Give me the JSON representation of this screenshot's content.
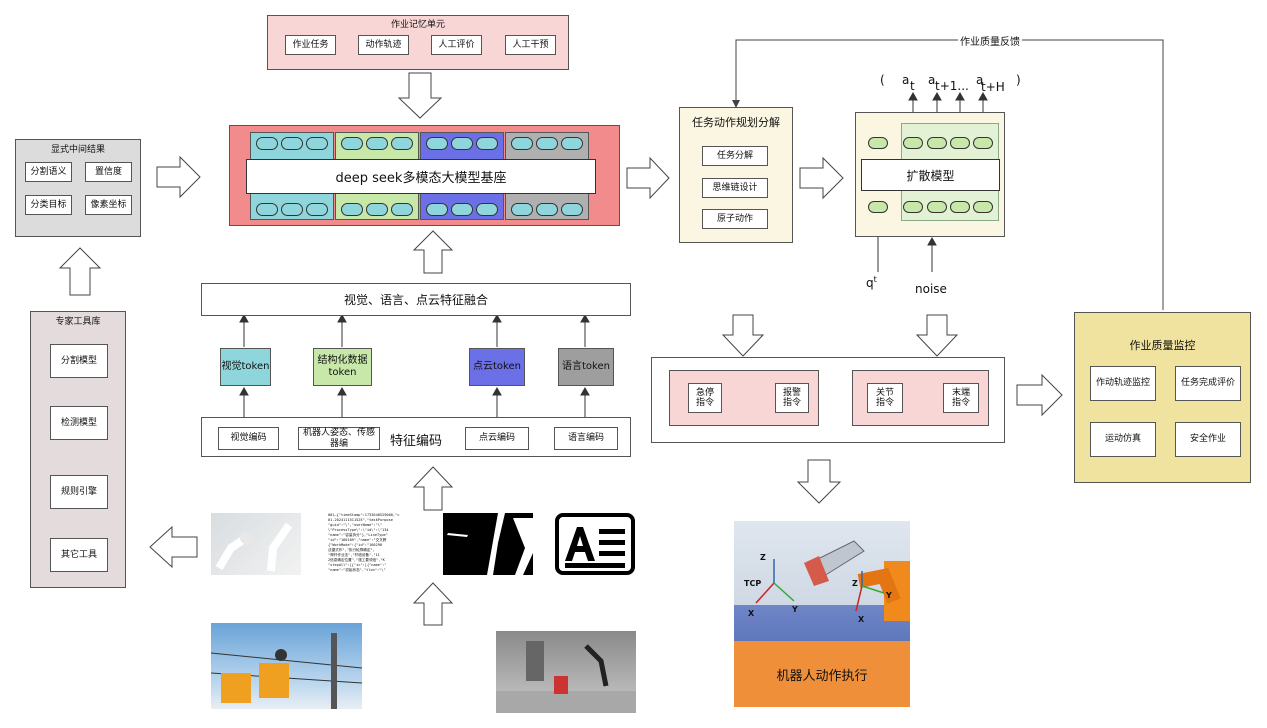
{
  "memory": {
    "title": "作业记忆单元",
    "items": [
      "作业任务",
      "动作轨迹",
      "人工评价",
      "人工干预"
    ]
  },
  "middle_results": {
    "title": "显式中间结果",
    "items": [
      "分割语义",
      "置信度",
      "分类目标",
      "像素坐标"
    ]
  },
  "toolbox": {
    "title": "专家工具库",
    "items": [
      "分割模型",
      "检测模型",
      "规则引擎",
      "其它工具"
    ]
  },
  "base_model": {
    "label": "deep seek多模态大模型基座"
  },
  "fusion": {
    "label": "视觉、语言、点云特征融合"
  },
  "tokens": [
    "视觉token",
    "结构化数据\ntoken",
    "点云token",
    "语言token"
  ],
  "encoding": {
    "label": "特征编码",
    "items": [
      "视觉编码",
      "机器人姿态、传感器编",
      "点云编码",
      "语言编码"
    ]
  },
  "planning": {
    "title": "任务动作规划分解",
    "items": [
      "任务分解",
      "思维链设计",
      "原子动作"
    ]
  },
  "diffusion": {
    "label": "扩散模型",
    "formula": "( aₜ  aₜ₊₁...  aₜ₊ʜ )",
    "q_label": "qᵗ",
    "noise_label": "noise",
    "a_t": "a",
    "a_t_sub": "t",
    "a_t1": "a",
    "a_t1_sub": "t+1...",
    "a_tH": "a",
    "a_tH_sub": "t+H",
    "open": "(",
    "close": ")"
  },
  "feedback_label": "作业质量反馈",
  "commands": {
    "group1": [
      "急停\n指令",
      "报警\n指令"
    ],
    "group2": [
      "关节\n指令",
      "末端\n指令"
    ]
  },
  "quality": {
    "title": "作业质量监控",
    "items": [
      "作动轨迹监控",
      "任务完成评价",
      "运动仿真",
      "安全作业"
    ]
  },
  "robot": {
    "caption": "机器人动作执行",
    "labels": {
      "tcp": "TCP",
      "ztool": "Z",
      "ytool": "Y",
      "xtool": "X",
      "zflange": "Z",
      "yflange": "Y",
      "xflange": "X"
    }
  },
  "data_text": "001—{\"timeStamp\":1733640529060,\"c\n01-202411151152E\",\"taskPurpose\n\"guid\":\"\\\",\"userName\":\"\\\"\n\\\"ProcessType\\\":\\\"id\\\":\\\"134\n\"name\":\"容量拆分\"},\"LineType\"\n\"id\":\"160189\",\"name\":\"交叉跨\n{\"WorkMode\":{\"id\":\"160290\n法捷式作\",\"执行轮廓确定\",\n\"神杆作业法\",\"杆塔设备\",\"11\n2信息确定位置\",\"施工要领信\",\"K\n\"stepAll\":[{\"ic\":[{\"name\":\"\n\"name\":\"初始状态\",\"tlon\":\"\\\"\n",
  "colors": {
    "red_block": "#f28c8c",
    "pink": "#f9d6d6",
    "cyan": "#8fd6dc",
    "green": "#c7e8a9",
    "blue": "#6b70e6",
    "gray": "#9e9e9e",
    "cream": "#fbf6e1",
    "yellow": "#f0e3a0",
    "orange": "#ef8f3a"
  }
}
